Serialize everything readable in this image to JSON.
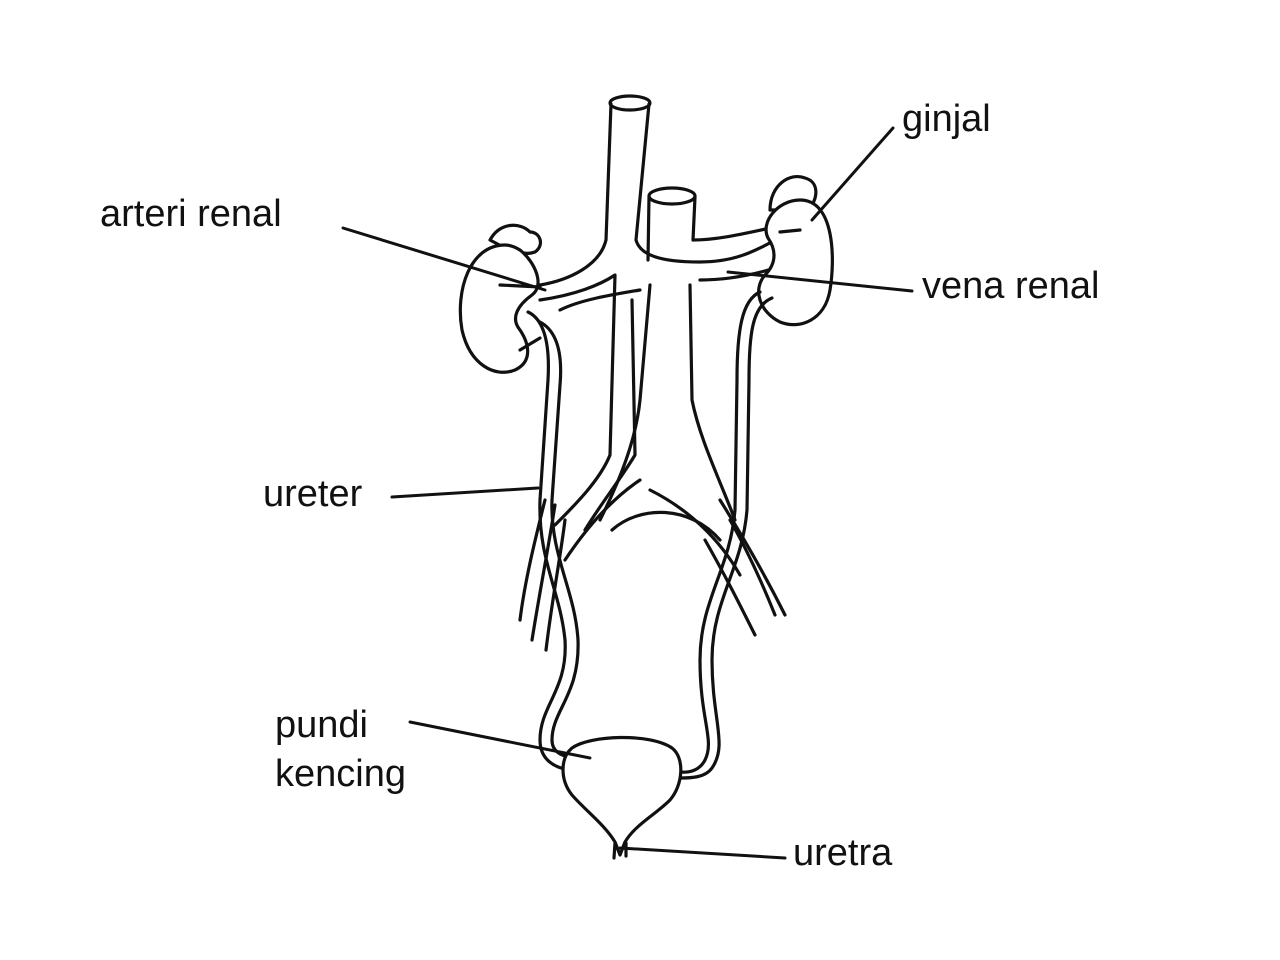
{
  "labels": {
    "ginjal": "ginjal",
    "arteri_renal": "arteri renal",
    "vena_renal": "vena renal",
    "ureter": "ureter",
    "pundi_line1": "pundi",
    "pundi_line2": "kencing",
    "uretra": "uretra"
  }
}
